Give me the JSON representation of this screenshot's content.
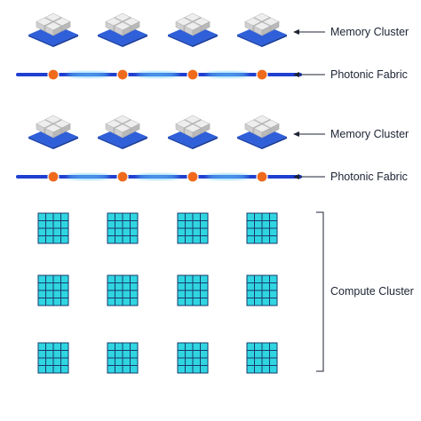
{
  "labels": {
    "memory_cluster_1": "Memory Cluster",
    "photonic_fabric_1": "Photonic Fabric",
    "memory_cluster_2": "Memory Cluster",
    "photonic_fabric_2": "Photonic Fabric",
    "compute_cluster": "Compute Cluster"
  },
  "colors": {
    "memory_base": "#2f5fd9",
    "memory_block": "#d8d8d8",
    "fabric_line": "#1f3fd0",
    "fabric_glow": "#63c9f7",
    "node": "#f06a1c",
    "compute_chip": "#2fd6e2",
    "compute_grid": "#1a3a6a",
    "text": "#1c2333"
  },
  "icons": {
    "memory": "memory-chip-stack-icon",
    "node": "photonic-node-icon",
    "compute": "compute-chip-icon"
  }
}
